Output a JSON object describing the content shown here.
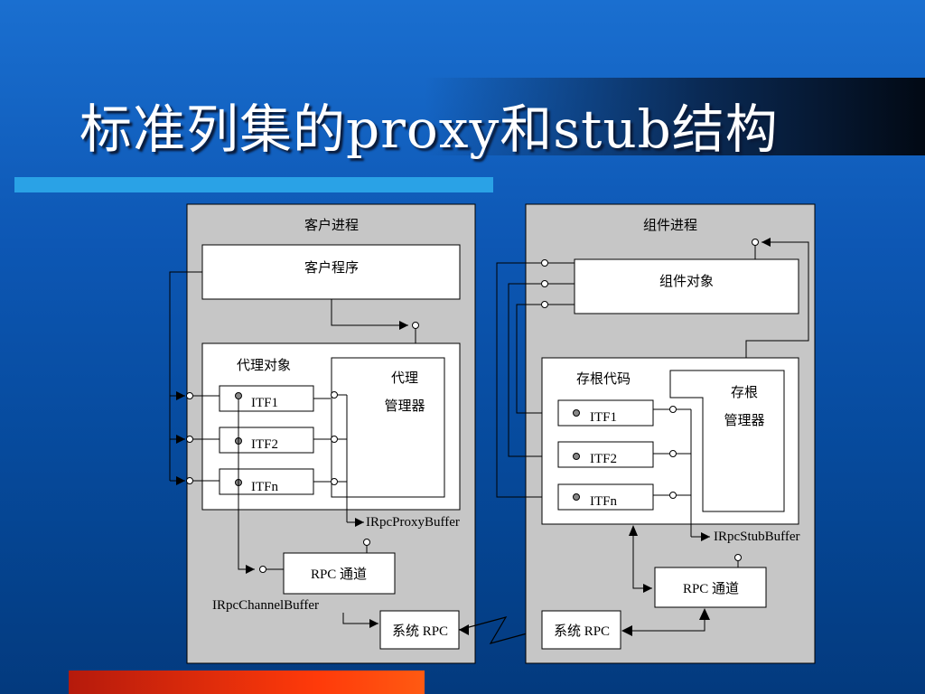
{
  "slide": {
    "title": "标准列集的proxy和stub结构"
  },
  "diagram": {
    "client_process": {
      "label": "客户进程",
      "client_program": "客户程序",
      "proxy_object": "代理对象",
      "proxy_manager_line1": "代理",
      "proxy_manager_line2": "管理器",
      "interfaces": [
        "ITF1",
        "ITF2",
        "ITFn"
      ],
      "proxy_buffer_label": "IRpcProxyBuffer",
      "rpc_channel": "RPC 通道",
      "channel_buffer_label": "IRpcChannelBuffer",
      "system_rpc": "系统 RPC"
    },
    "component_process": {
      "label": "组件进程",
      "component_object": "组件对象",
      "stub_code": "存根代码",
      "stub_manager_line1": "存根",
      "stub_manager_line2": "管理器",
      "interfaces": [
        "ITF1",
        "ITF2",
        "ITFn"
      ],
      "stub_buffer_label": "IRpcStubBuffer",
      "rpc_channel": "RPC 通道",
      "system_rpc": "系统 RPC"
    }
  }
}
